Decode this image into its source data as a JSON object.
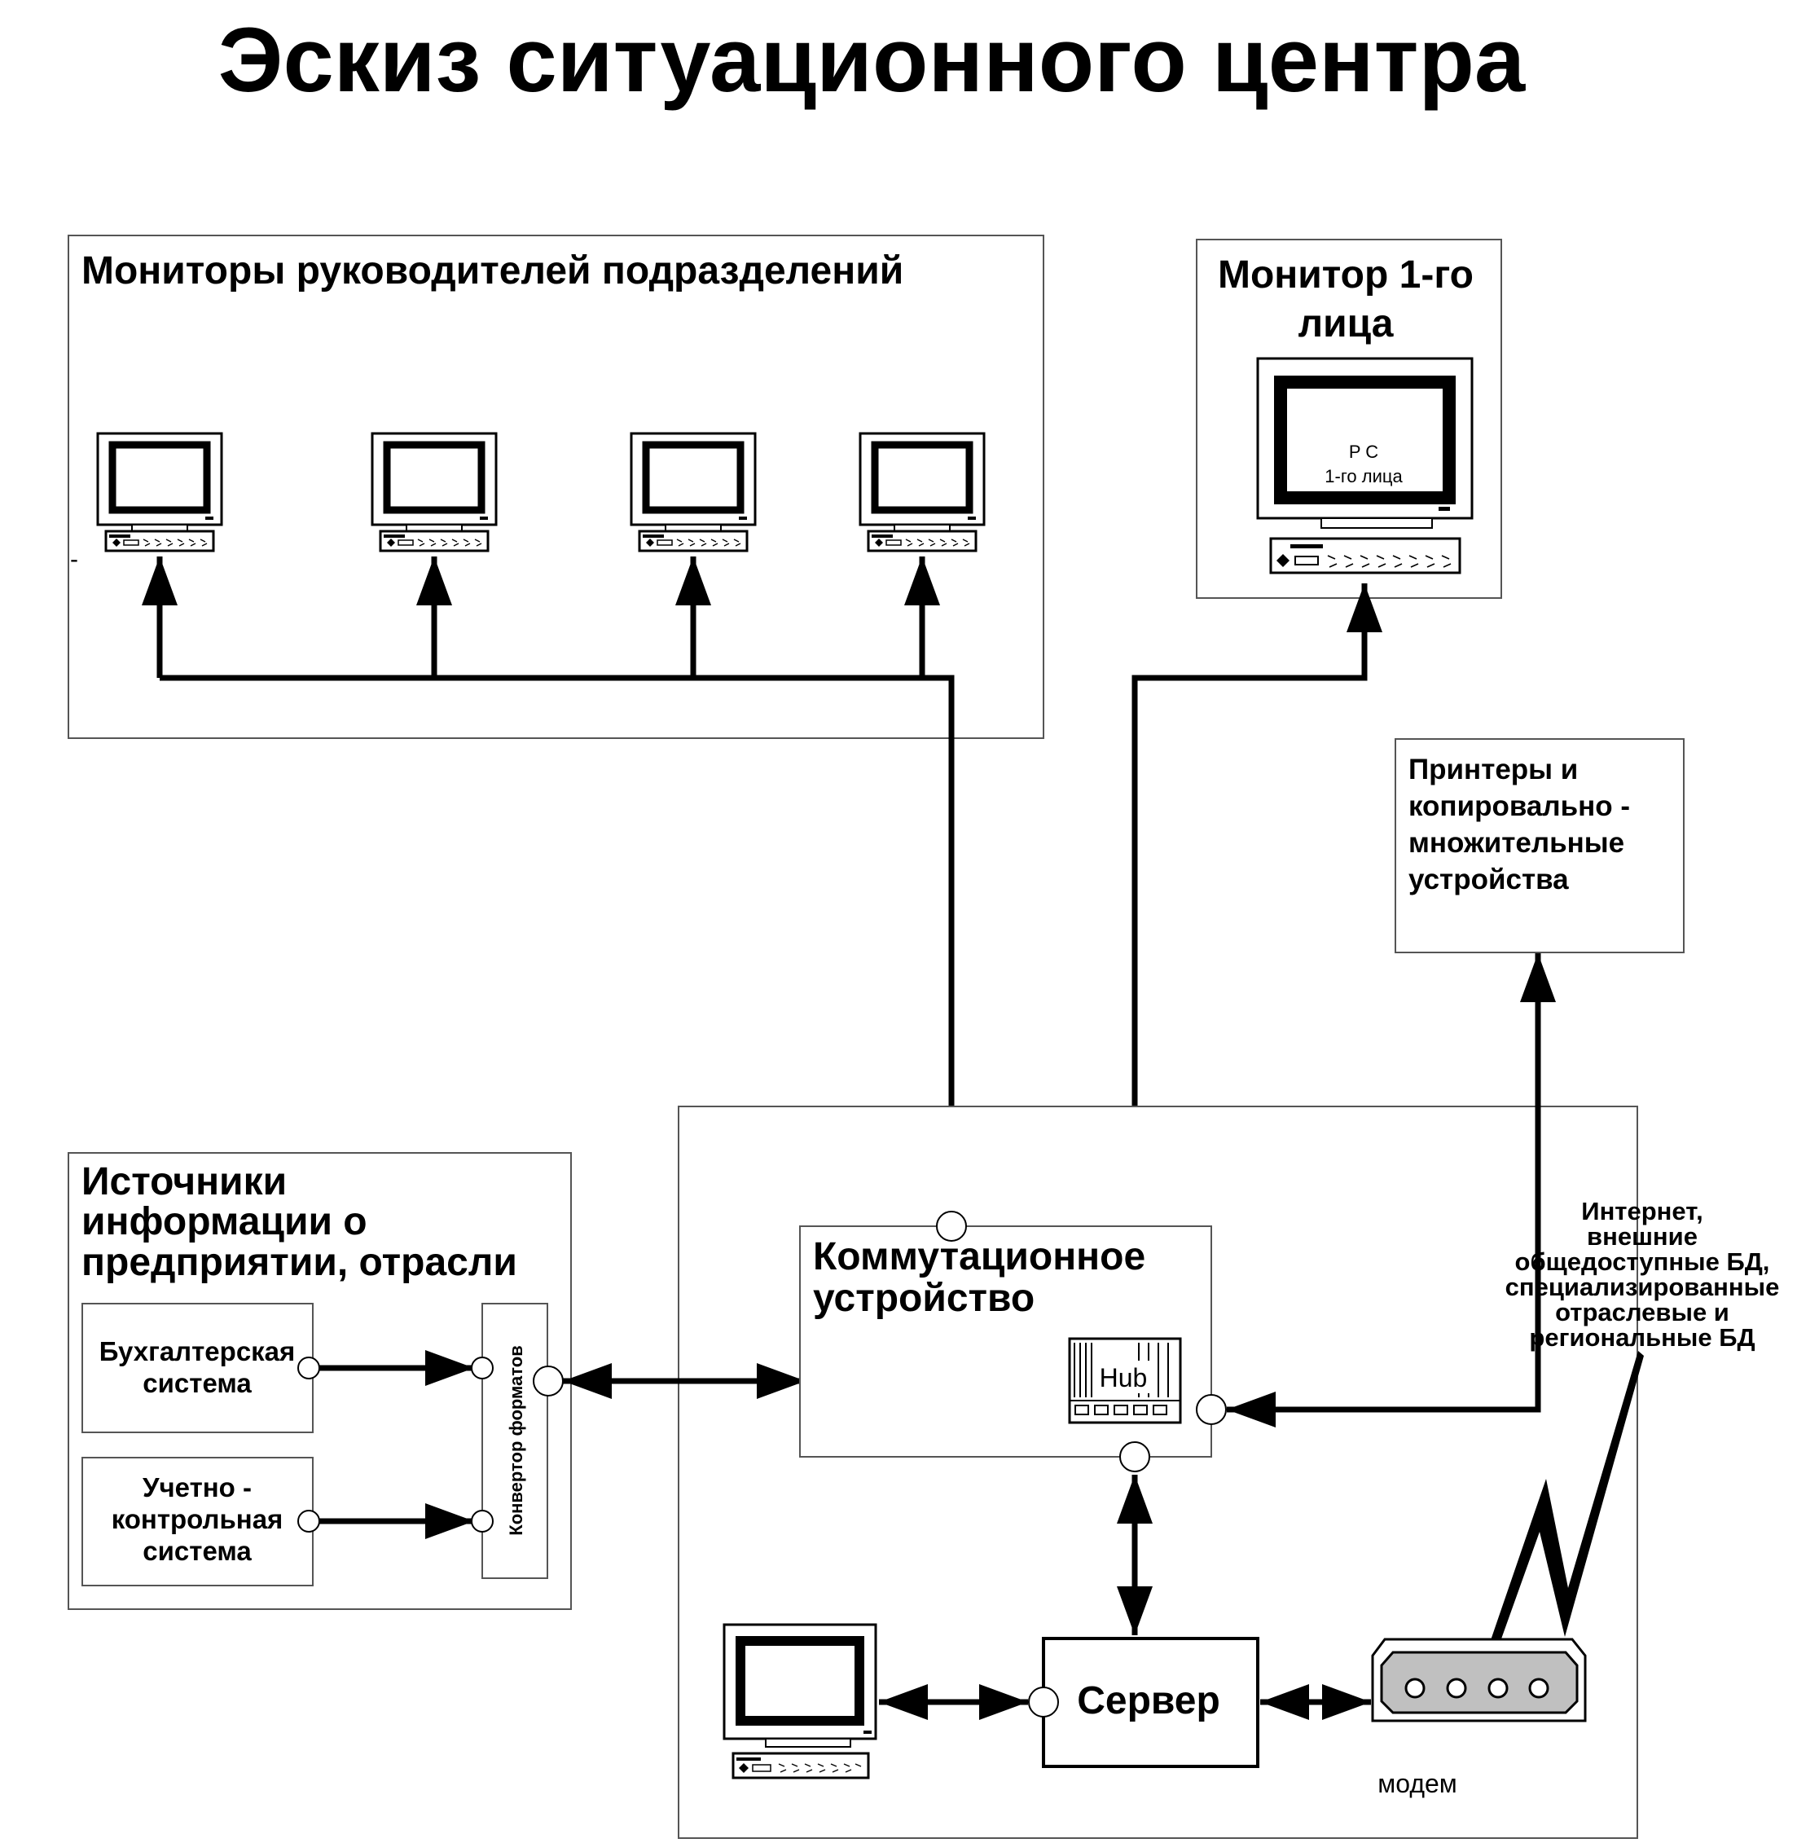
{
  "title": "Эскиз ситуационного центра",
  "groups": {
    "dept_monitors": {
      "title": "Мониторы руководителей подразделений"
    },
    "chief_monitor": {
      "title_line1": "Монитор 1-го",
      "title_line2": "лица",
      "screen_line1": "P C",
      "screen_line2": "1-го лица"
    },
    "printers": {
      "line1": "Принтеры и",
      "line2": "копировально -",
      "line3": "множительные",
      "line4": "устройства"
    },
    "sources": {
      "title_line1": "Источники",
      "title_line2": "информации о",
      "title_line3": "предприятии, отрасли",
      "accounting": {
        "line1": "Бухгалтерская",
        "line2": "система"
      },
      "control": {
        "line1": "Учетно -",
        "line2": "контрольная",
        "line3": "система"
      },
      "converter": "Конвертор форматов"
    },
    "switch": {
      "line1": "Коммутационное",
      "line2": "устройство",
      "hub": "Hub"
    },
    "internet": {
      "line1": "Интернет,",
      "line2": "внешние",
      "line3": "общедоступные БД,",
      "line4": "специализированные",
      "line5": "отраслевые и",
      "line6": "региональные БД"
    },
    "server": {
      "label": "Сервер"
    },
    "modem": {
      "label": "модем"
    },
    "stray_mark": "-"
  },
  "icons": [
    "computer-icon",
    "hub-icon",
    "modem-icon",
    "lightning-icon"
  ],
  "colors": {
    "line": "#000000",
    "frame": "#555555",
    "modem_face": "#c0c0c0"
  }
}
